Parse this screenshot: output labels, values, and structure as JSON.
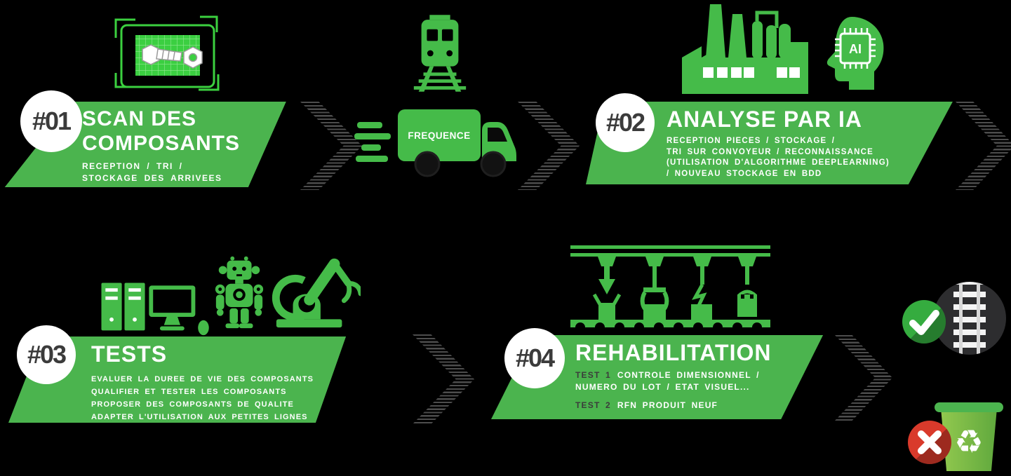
{
  "background": "#000000",
  "palette": {
    "banner_green": "#4bb44e",
    "icon_green": "#45bb49",
    "bright_green": "#3bd03f",
    "number_dark": "#3b3b3b",
    "white": "#ffffff",
    "chevron_gray": "#4d4d4d",
    "dark_circle": "#2d2d2f",
    "check_green": "#35ac3f",
    "cross_red": "#d93a2b",
    "bin_light_green": "#93c94f",
    "bin_dark_green": "#5fa83d"
  },
  "steps": [
    {
      "number": "#01",
      "title_lines": [
        "SCAN DES",
        "COMPOSANTS"
      ],
      "subtitle_lines": [
        "RECEPTION / TRI /",
        "STOCKAGE DES ARRIVEES"
      ]
    },
    {
      "number": "#02",
      "title_lines": [
        "ANALYSE PAR IA"
      ],
      "subtitle_lines": [
        "RECEPTION PIECES / STOCKAGE /",
        "TRI SUR CONVOYEUR / RECONNAISSANCE",
        "(UTILISATION D'ALGORITHME DEEPLEARNING)",
        "/ NOUVEAU STOCKAGE EN BDD"
      ]
    },
    {
      "number": "#03",
      "title_lines": [
        "TESTS"
      ],
      "subtitle_lines": [
        "EVALUER LA DUREE DE VIE DES COMPOSANTS",
        "QUALIFIER ET TESTER LES COMPOSANTS",
        "PROPOSER DES COMPOSANTS DE QUALITE",
        "ADAPTER L'UTILISATION AUX PETITES LIGNES"
      ]
    },
    {
      "number": "#04",
      "title_lines": [
        "REHABILITATION"
      ],
      "subtitle_rich": [
        {
          "dark": "TEST 1",
          "white": "CONTROLE DIMENSIONNEL /"
        },
        {
          "dark": "",
          "white": "NUMERO DU LOT / ETAT VISUEL..."
        },
        {
          "dark": "TEST 2",
          "white": "RFN PRODUIT NEUF"
        }
      ]
    }
  ],
  "transport": {
    "truck_label": "FREQUENCE"
  },
  "ai": {
    "chip_label": "AI"
  },
  "outcomes": {
    "accepted_icon": "railway-track-in-dark-circle-with-check",
    "rejected_icon": "recycle-bin-with-cross",
    "recycle_glyph": "♻"
  },
  "icon_names": [
    "scan-frame-bolt-nut",
    "train-front",
    "delivery-truck",
    "factory-plant",
    "ai-head-chip",
    "servers-and-monitor",
    "humanoid-robot",
    "robot-arm",
    "overhead-conveyor",
    "railway-track-circle",
    "check-badge",
    "cross-badge",
    "recycle-bin"
  ]
}
